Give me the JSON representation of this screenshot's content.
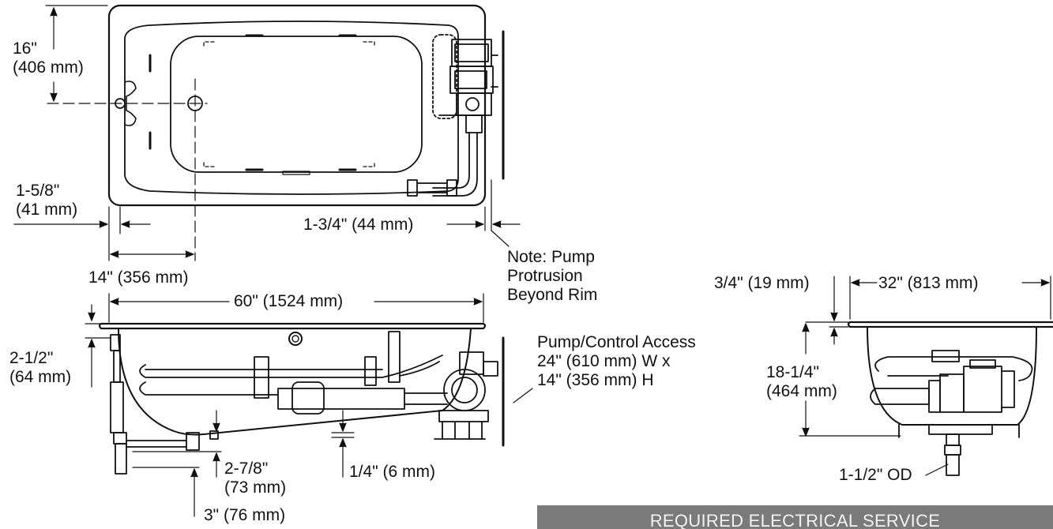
{
  "top_view": {
    "dim_16": [
      "16\"",
      "(406 mm)"
    ],
    "dim_1_5_8": [
      "1-5/8\"",
      "(41 mm)"
    ],
    "dim_14": "14\" (356 mm)",
    "dim_1_3_4": "1-3/4\" (44 mm)",
    "pump_note": [
      "Note: Pump",
      "Protrusion",
      "Beyond Rim"
    ]
  },
  "front_view": {
    "dim_60": "60\" (1524 mm)",
    "dim_2_1_2": [
      "2-1/2\"",
      "(64 mm)"
    ],
    "dim_2_7_8": [
      "2-7/8\"",
      "(73 mm)"
    ],
    "dim_3": "3\" (76 mm)",
    "dim_1_4": "1/4\" (6 mm)",
    "access_note": [
      "Pump/Control Access",
      "24\" (610 mm) W x",
      "14\" (356 mm) H"
    ]
  },
  "end_view": {
    "dim_3_4": "3/4\" (19 mm)",
    "dim_32": "32\" (813 mm)",
    "dim_18_1_4": [
      "18-1/4\"",
      "(464 mm)"
    ],
    "dim_od": "1-1/2\" OD"
  },
  "banner": {
    "title": "REQUIRED ELECTRICAL SERVICE"
  }
}
